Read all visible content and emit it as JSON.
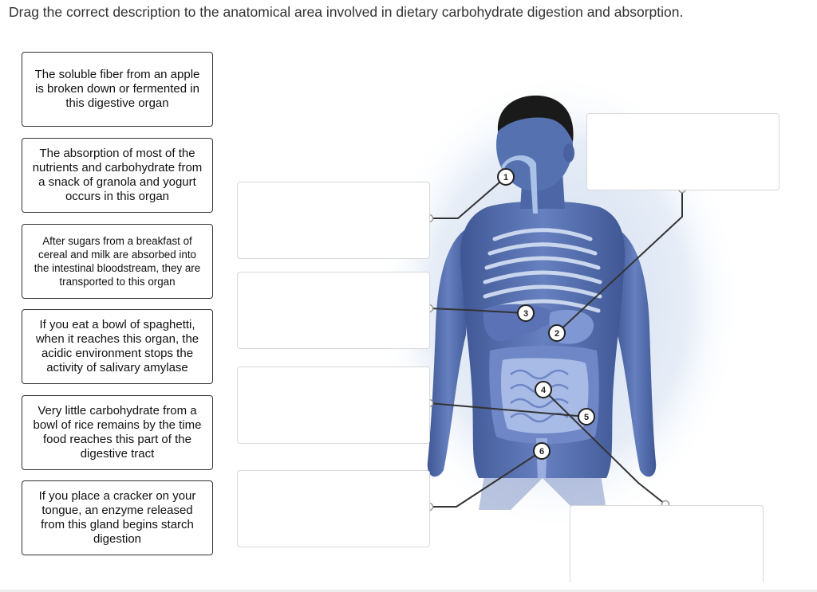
{
  "instructions": "Drag the correct description to the anatomical area involved in dietary carbohydrate digestion and absorption.",
  "cards": [
    {
      "text": "The soluble fiber from an apple is broken down or fermented in this digestive organ"
    },
    {
      "text": "The absorption of most of the nutrients and carbohydrate from a snack of granola and yogurt occurs in this organ"
    },
    {
      "text": "After sugars from a breakfast of cereal and milk are absorbed into the intestinal bloodstream, they are transported to this organ"
    },
    {
      "text": "If you eat a bowl of spaghetti, when it reaches this organ, the acidic environment stops the activity of salivary amylase"
    },
    {
      "text": "Very little carbohydrate from a bowl of rice remains by the time food reaches this part of the digestive tract"
    },
    {
      "text": "If you place a cracker on your tongue, an enzyme released from this gland begins starch digestion"
    }
  ],
  "markers": [
    "1",
    "2",
    "3",
    "4",
    "5",
    "6"
  ],
  "colors": {
    "body_blue": "#5a74b4",
    "body_dark": "#33467e",
    "glow": "#dde7f3",
    "leader_line": "#333333"
  }
}
